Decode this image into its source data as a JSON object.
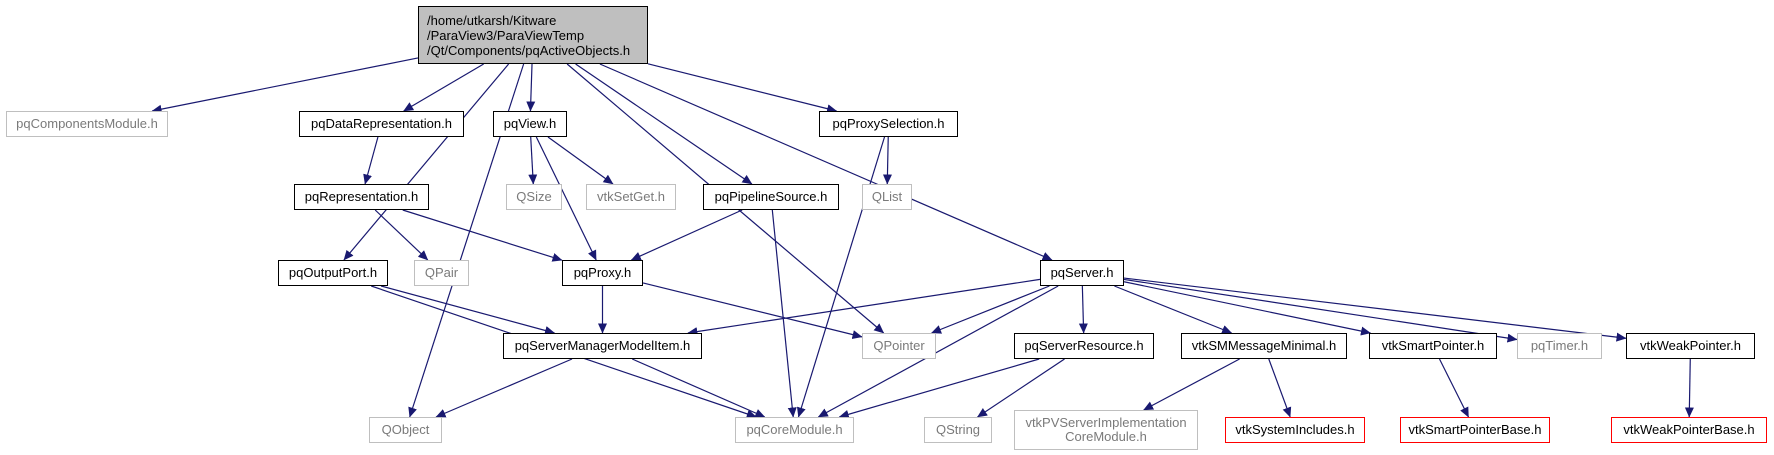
{
  "colors": {
    "edge": "#191970",
    "root_fill": "#bfbfbf",
    "missing_border": "#bfbfbf",
    "truncated_border": "#ff0000"
  },
  "nodes": {
    "root": {
      "label": "/home/utkarsh/Kitware\n/ParaView3/ParaViewTemp\n/Qt/Components/pqActiveObjects.h"
    },
    "pqComponentsModule": {
      "label": "pqComponentsModule.h"
    },
    "pqDataRepresentation": {
      "label": "pqDataRepresentation.h"
    },
    "pqView": {
      "label": "pqView.h"
    },
    "pqProxySelection": {
      "label": "pqProxySelection.h"
    },
    "pqRepresentation": {
      "label": "pqRepresentation.h"
    },
    "QSize": {
      "label": "QSize"
    },
    "vtkSetGet": {
      "label": "vtkSetGet.h"
    },
    "pqPipelineSource": {
      "label": "pqPipelineSource.h"
    },
    "QList": {
      "label": "QList"
    },
    "pqOutputPort": {
      "label": "pqOutputPort.h"
    },
    "QPair": {
      "label": "QPair"
    },
    "pqProxy": {
      "label": "pqProxy.h"
    },
    "pqServer": {
      "label": "pqServer.h"
    },
    "pqServerManagerModelItem": {
      "label": "pqServerManagerModelItem.h"
    },
    "QPointer": {
      "label": "QPointer"
    },
    "pqServerResource": {
      "label": "pqServerResource.h"
    },
    "vtkSMMessageMinimal": {
      "label": "vtkSMMessageMinimal.h"
    },
    "vtkSmartPointer": {
      "label": "vtkSmartPointer.h"
    },
    "pqTimer": {
      "label": "pqTimer.h"
    },
    "vtkWeakPointer": {
      "label": "vtkWeakPointer.h"
    },
    "QObject": {
      "label": "QObject"
    },
    "pqCoreModule": {
      "label": "pqCoreModule.h"
    },
    "QString": {
      "label": "QString"
    },
    "vtkPVServerImplementationCoreModule": {
      "label": "vtkPVServerImplementation\nCoreModule.h"
    },
    "vtkSystemIncludes": {
      "label": "vtkSystemIncludes.h"
    },
    "vtkSmartPointerBase": {
      "label": "vtkSmartPointerBase.h"
    },
    "vtkWeakPointerBase": {
      "label": "vtkWeakPointerBase.h"
    }
  },
  "edges": [
    [
      "root",
      "pqComponentsModule"
    ],
    [
      "root",
      "pqDataRepresentation"
    ],
    [
      "root",
      "pqView"
    ],
    [
      "root",
      "pqProxySelection"
    ],
    [
      "root",
      "pqOutputPort"
    ],
    [
      "root",
      "pqPipelineSource"
    ],
    [
      "root",
      "QObject"
    ],
    [
      "root",
      "QPointer"
    ],
    [
      "root",
      "pqServer"
    ],
    [
      "pqDataRepresentation",
      "pqRepresentation"
    ],
    [
      "pqView",
      "QSize"
    ],
    [
      "pqView",
      "vtkSetGet"
    ],
    [
      "pqView",
      "pqProxy"
    ],
    [
      "pqProxySelection",
      "QList"
    ],
    [
      "pqProxySelection",
      "pqCoreModule"
    ],
    [
      "pqRepresentation",
      "QPair"
    ],
    [
      "pqRepresentation",
      "pqProxy"
    ],
    [
      "pqPipelineSource",
      "pqProxy"
    ],
    [
      "pqPipelineSource",
      "pqCoreModule"
    ],
    [
      "pqOutputPort",
      "pqServerManagerModelItem"
    ],
    [
      "pqOutputPort",
      "pqCoreModule"
    ],
    [
      "pqProxy",
      "pqServerManagerModelItem"
    ],
    [
      "pqProxy",
      "QPointer"
    ],
    [
      "pqServer",
      "pqServerManagerModelItem"
    ],
    [
      "pqServer",
      "QPointer"
    ],
    [
      "pqServer",
      "pqCoreModule"
    ],
    [
      "pqServer",
      "pqServerResource"
    ],
    [
      "pqServer",
      "vtkSMMessageMinimal"
    ],
    [
      "pqServer",
      "vtkSmartPointer"
    ],
    [
      "pqServer",
      "pqTimer"
    ],
    [
      "pqServer",
      "vtkWeakPointer"
    ],
    [
      "pqServerManagerModelItem",
      "QObject"
    ],
    [
      "pqServerManagerModelItem",
      "pqCoreModule"
    ],
    [
      "pqServerResource",
      "pqCoreModule"
    ],
    [
      "pqServerResource",
      "QString"
    ],
    [
      "vtkSMMessageMinimal",
      "vtkPVServerImplementationCoreModule"
    ],
    [
      "vtkSMMessageMinimal",
      "vtkSystemIncludes"
    ],
    [
      "vtkSmartPointer",
      "vtkSmartPointerBase"
    ],
    [
      "vtkWeakPointer",
      "vtkWeakPointerBase"
    ]
  ]
}
